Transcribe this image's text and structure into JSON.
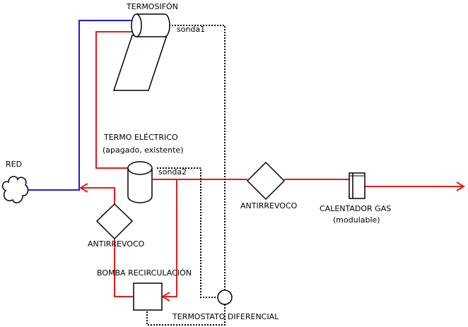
{
  "colors": {
    "hot_water": "#e51c1c",
    "cold_water": "#1c1ce5",
    "signal": "#000000",
    "outline": "#000000"
  },
  "labels": {
    "termosifon": "TERMOSIFÓN",
    "sonda1": "sonda1",
    "termo_electrico": "TERMO ELÉCTRICO",
    "termo_electrico_note": "(apagado, existente)",
    "sonda2": "sonda2",
    "red": "RED",
    "antirrevoco_main": "ANTIRREVOCO",
    "antirrevoco_bottom": "ANTIRREVOCO",
    "calentador_gas": "CALENTADOR GAS",
    "calentador_gas_note": "(modulable)",
    "bomba_recirculacion": "BOMBA RECIRCULACIÓN",
    "termostato_diferencial": "TERMOSTATO DIFERENCIAL"
  }
}
